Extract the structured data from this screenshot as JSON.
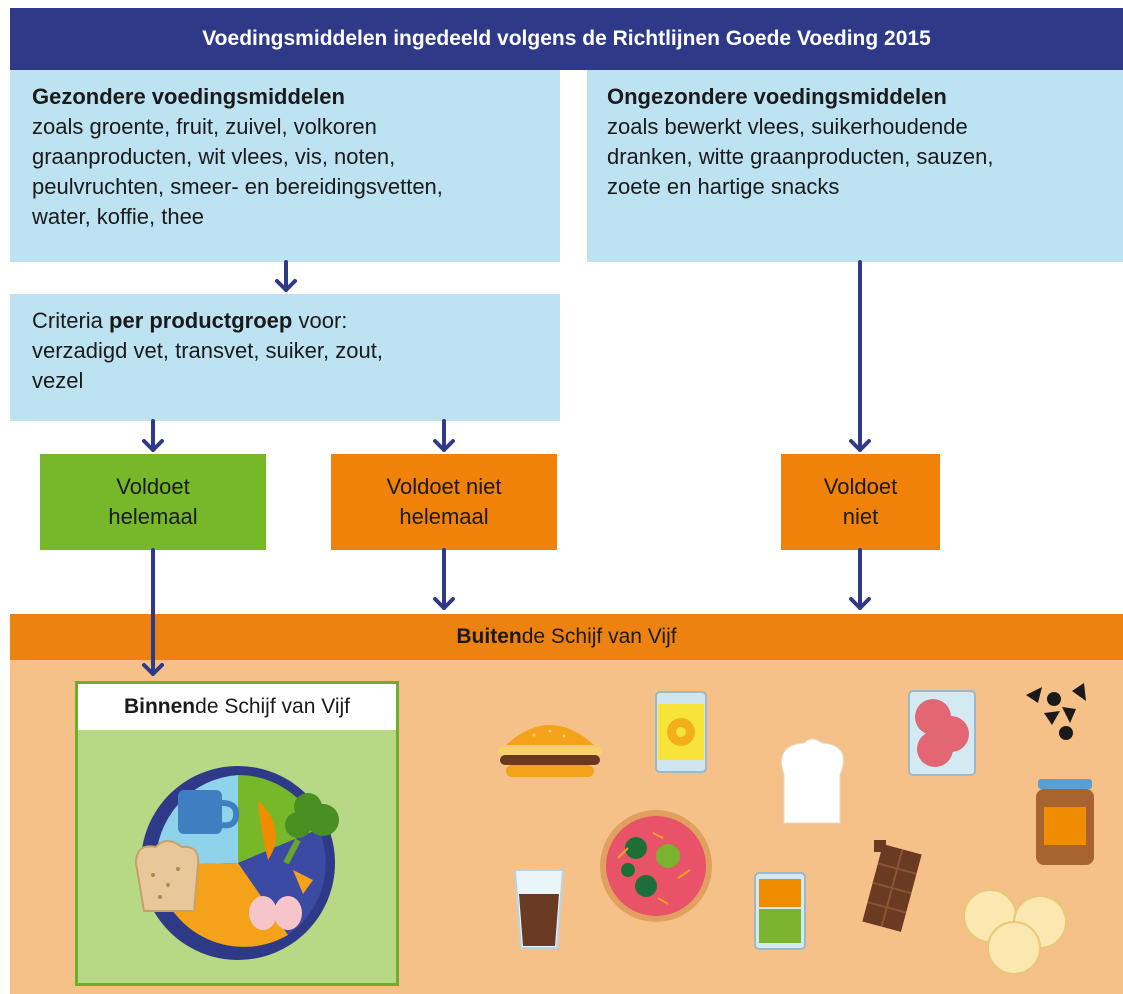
{
  "header": {
    "title": "Voedingsmiddelen ingedeeld volgens de Richtlijnen Goede Voeding 2015"
  },
  "healthy": {
    "title": "Gezondere voedingsmiddelen",
    "line1": "zoals groente, fruit, zuivel, volkoren",
    "line2": "graanproducten, wit vlees, vis, noten,",
    "line3": "peulvruchten, smeer- en bereidingsvetten,",
    "line4": "water, koffie, thee"
  },
  "unhealthy": {
    "title": "Ongezondere voedingsmiddelen",
    "line1": "zoals bewerkt vlees, suikerhoudende",
    "line2": "dranken, witte graanproducten, sauzen,",
    "line3": "zoete en hartige snacks"
  },
  "criteria": {
    "prefix": "Criteria ",
    "bold": "per productgroep",
    "suffix": " voor:",
    "line2": "verzadigd vet, transvet, suiker, zout,",
    "line3": "vezel"
  },
  "outcomes": {
    "full": {
      "line1": "Voldoet",
      "line2": "helemaal"
    },
    "partial": {
      "line1": "Voldoet niet",
      "line2": "helemaal"
    },
    "none": {
      "line1": "Voldoet",
      "line2": "niet"
    }
  },
  "outside": {
    "bold": "Buiten",
    "rest": " de Schijf van Vijf"
  },
  "inside": {
    "bold": "Binnen",
    "rest": " de Schijf van Vijf"
  },
  "colors": {
    "navy": "#2e3a87",
    "lightblue": "#bde3f3",
    "green": "#76b82a",
    "orange": "#f0820a",
    "peach": "#f5c188"
  },
  "icons": [
    "plate-icon",
    "burger-icon",
    "pineapple-can-icon",
    "bread-slice-icon",
    "salami-pack-icon",
    "snack-shapes-icon",
    "spread-jar-icon",
    "pizza-icon",
    "soda-glass-icon",
    "veg-pack-icon",
    "chocolate-icon",
    "crackers-icon"
  ]
}
